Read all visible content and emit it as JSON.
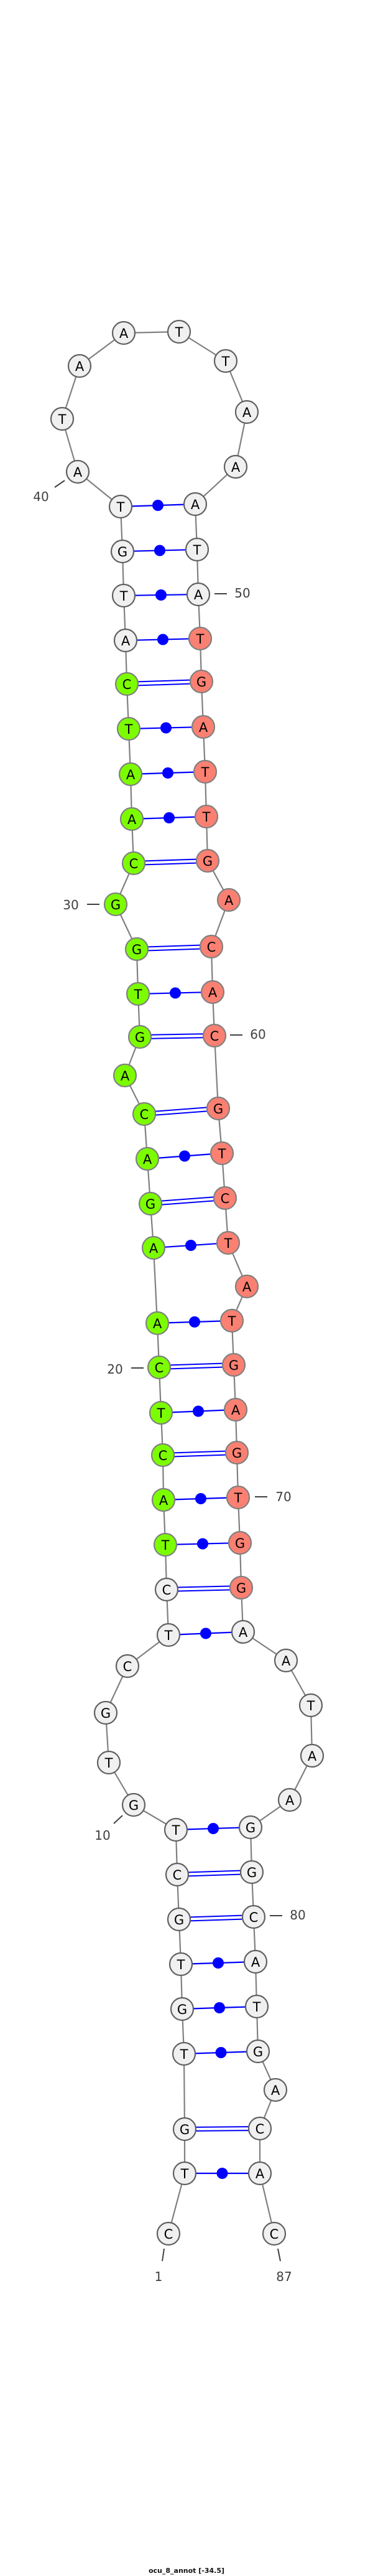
{
  "title": "ocu_8_annot [-34.5]",
  "sequence": "CTGTGTGCTGTGCTCTACTCAAGACAGTGGCAATCATGTATAATTAAATATGATTGACACGTCTATGAGTGGAATAAGGCATGACAC",
  "labels": [
    {
      "text": "1",
      "index": 1
    },
    {
      "text": "10",
      "index": 10
    },
    {
      "text": "20",
      "index": 20
    },
    {
      "text": "30",
      "index": 30
    },
    {
      "text": "40",
      "index": 40
    },
    {
      "text": "50",
      "index": 50
    },
    {
      "text": "60",
      "index": 60
    },
    {
      "text": "70",
      "index": 70
    },
    {
      "text": "80",
      "index": 80
    },
    {
      "text": "87",
      "index": 87
    }
  ],
  "pairs": [
    [
      2,
      86
    ],
    [
      3,
      85
    ],
    [
      4,
      83
    ],
    [
      5,
      82
    ],
    [
      6,
      81
    ],
    [
      7,
      80
    ],
    [
      8,
      79
    ],
    [
      9,
      78
    ],
    [
      14,
      73
    ],
    [
      15,
      72
    ],
    [
      16,
      71
    ],
    [
      17,
      70
    ],
    [
      18,
      69
    ],
    [
      19,
      68
    ],
    [
      20,
      67
    ],
    [
      21,
      66
    ],
    [
      22,
      64
    ],
    [
      23,
      63
    ],
    [
      24,
      62
    ],
    [
      25,
      61
    ],
    [
      27,
      60
    ],
    [
      28,
      59
    ],
    [
      29,
      58
    ],
    [
      31,
      56
    ],
    [
      32,
      55
    ],
    [
      33,
      54
    ],
    [
      34,
      53
    ],
    [
      35,
      52
    ],
    [
      36,
      51
    ],
    [
      37,
      50
    ],
    [
      38,
      49
    ],
    [
      39,
      48
    ]
  ],
  "highlights": [
    {
      "name": "green-region",
      "from": 16,
      "to": 35,
      "color": "#7cfc00"
    },
    {
      "name": "red-region",
      "from": 51,
      "to": 72,
      "color": "#fa8072"
    }
  ],
  "colors": {
    "default_fill": "#f0f0f0",
    "default_stroke": "#606060",
    "highlight_stroke": "#808080",
    "backbone": "#808080",
    "pair": "#0000ff"
  }
}
